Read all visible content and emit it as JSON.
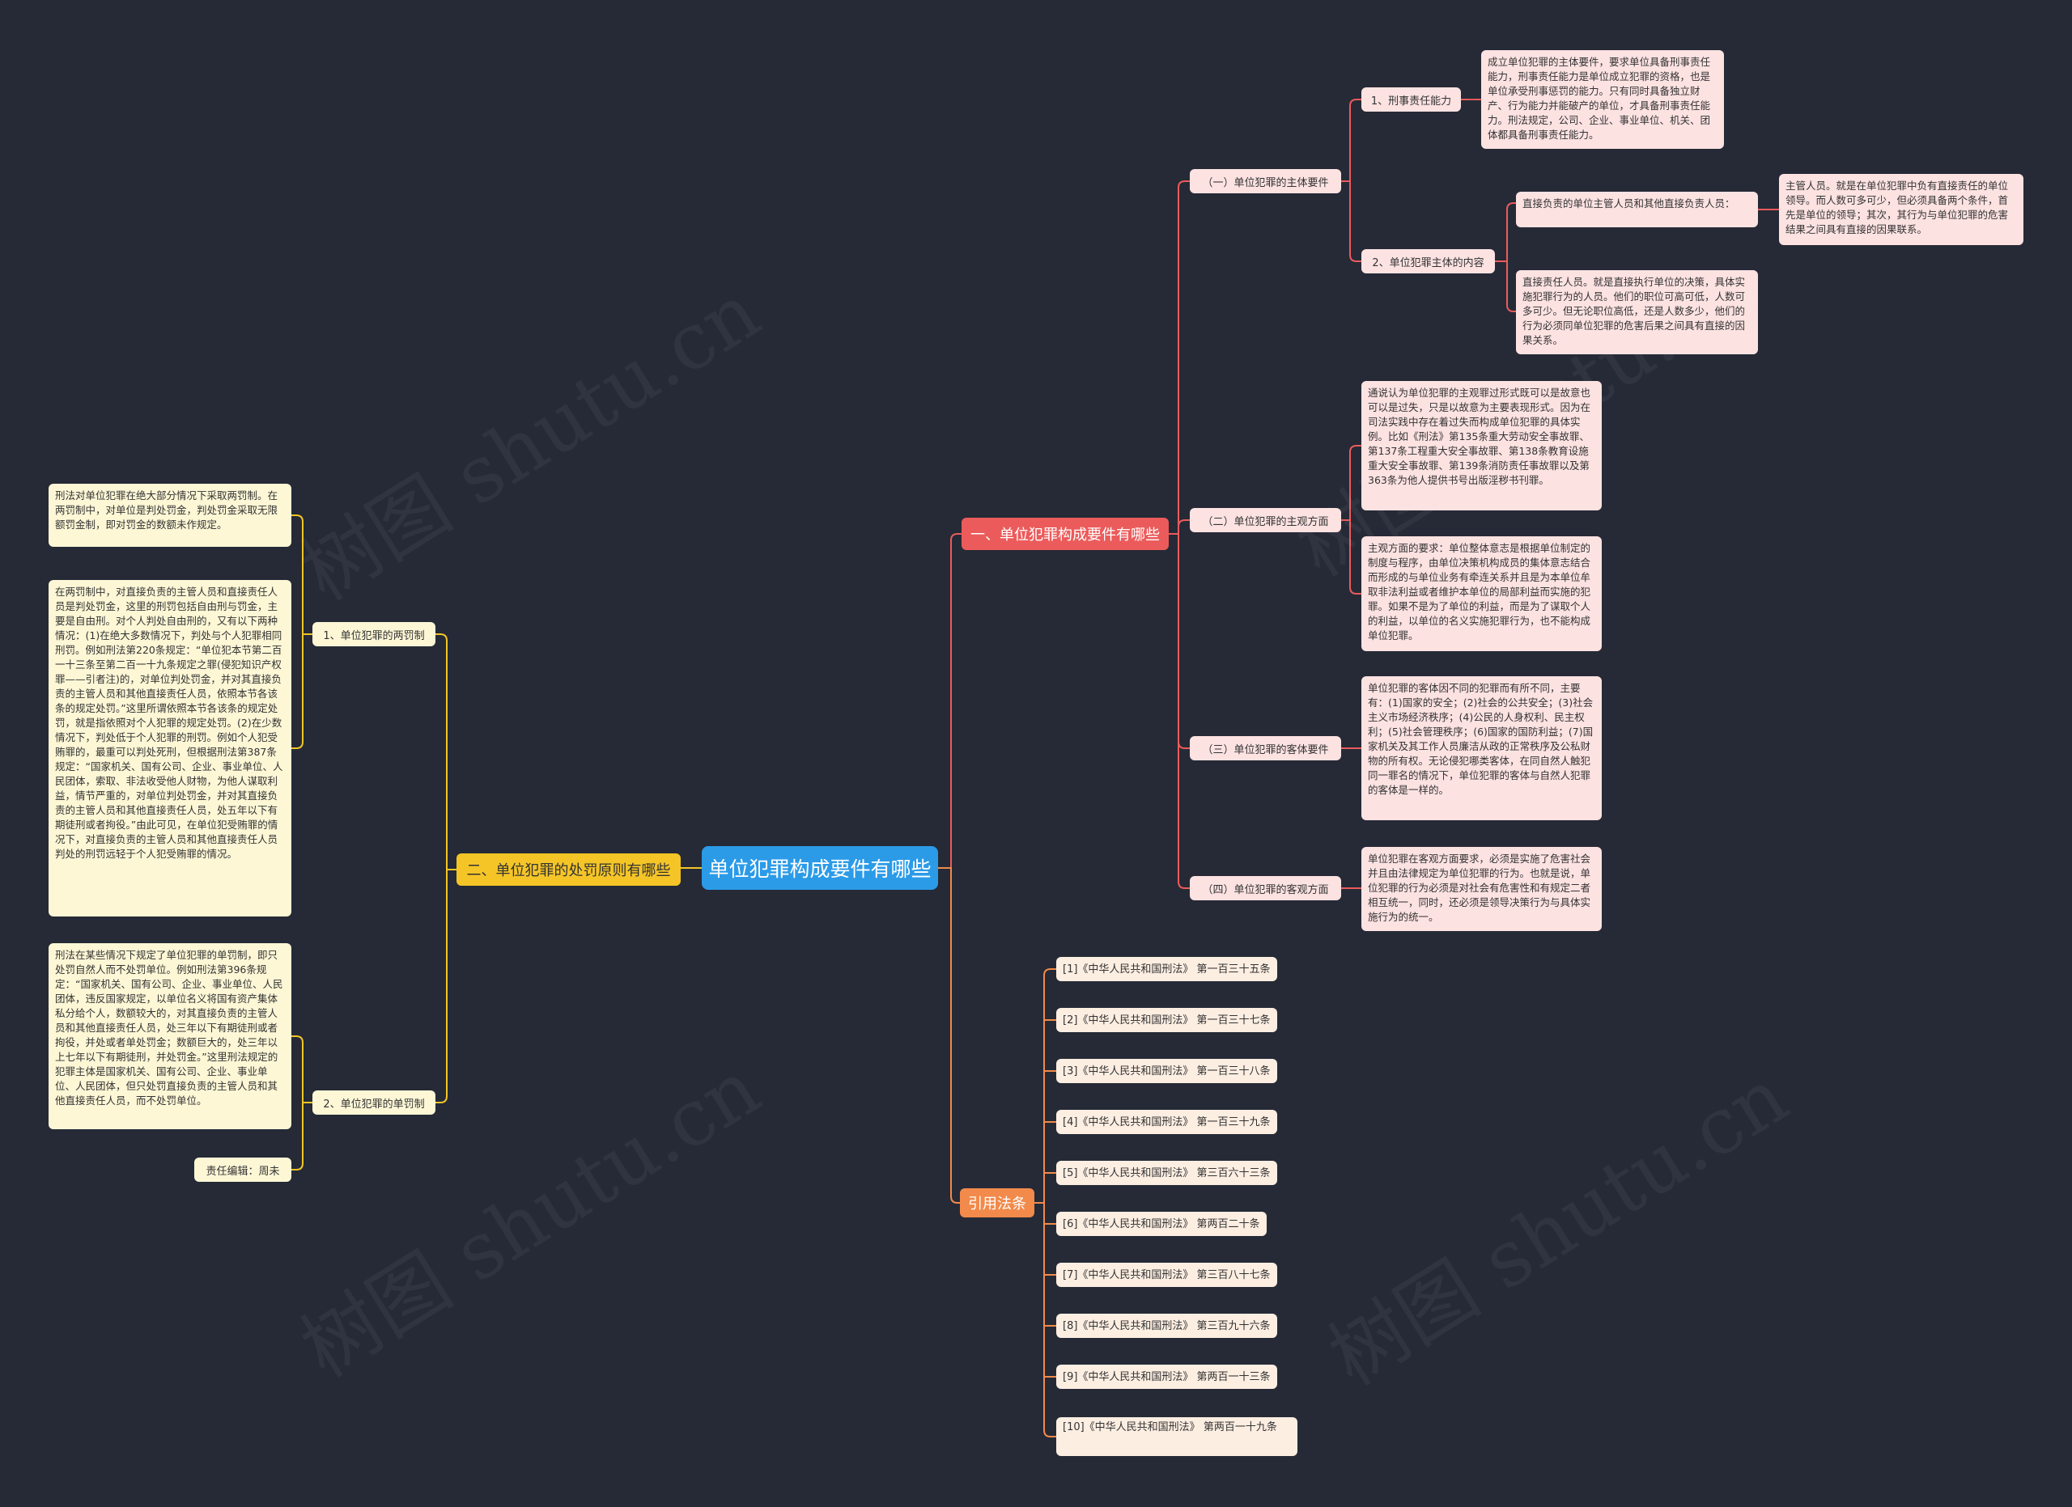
{
  "root": {
    "title": "单位犯罪构成要件有哪些"
  },
  "branch1": {
    "title": "一、单位犯罪构成要件有哪些",
    "sub1": {
      "label": "（一）单位犯罪的主体要件",
      "item1": {
        "label": "1、刑事责任能力",
        "text": "成立单位犯罪的主体要件，要求单位具备刑事责任能力，刑事责任能力是单位成立犯罪的资格，也是单位承受刑事惩罚的能力。只有同时具备独立财产、行为能力并能破产的单位，才具备刑事责任能力。刑法规定，公司、企业、事业单位、机关、团体都具备刑事责任能力。"
      },
      "item2": {
        "label": "2、单位犯罪主体的内容",
        "a_label": "直接负责的单位主管人员和其他直接负责人员：",
        "a_text": "主管人员。就是在单位犯罪中负有直接责任的单位领导。而人数可多可少，但必须具备两个条件，首先是单位的领导；其次，其行为与单位犯罪的危害结果之间具有直接的因果联系。",
        "b_text": "直接责任人员。就是直接执行单位的决策，具体实施犯罪行为的人员。他们的职位可高可低，人数可多可少。但无论职位高低，还是人数多少，他们的行为必须同单位犯罪的危害后果之间具有直接的因果关系。"
      }
    },
    "sub2": {
      "label": "（二）单位犯罪的主观方面",
      "text1": "通说认为单位犯罪的主观罪过形式既可以是故意也可以是过失，只是以故意为主要表现形式。因为在司法实践中存在着过失而构成单位犯罪的具体实例。比如《刑法》第135条重大劳动安全事故罪、第137条工程重大安全事故罪、第138条教育设施重大安全事故罪、第139条消防责任事故罪以及第363条为他人提供书号出版淫秽书刊罪。",
      "text2": "主观方面的要求：单位整体意志是根据单位制定的制度与程序，由单位决策机构成员的集体意志结合而形成的与单位业务有牵连关系并且是为本单位牟取非法利益或者维护本单位的局部利益而实施的犯罪。如果不是为了单位的利益，而是为了谋取个人的利益，以单位的名义实施犯罪行为，也不能构成单位犯罪。"
    },
    "sub3": {
      "label": "（三）单位犯罪的客体要件",
      "text": "单位犯罪的客体因不同的犯罪而有所不同，主要有：(1)国家的安全；(2)社会的公共安全；(3)社会主义市场经济秩序；(4)公民的人身权利、民主权利；(5)社会管理秩序；(6)国家的国防利益；(7)国家机关及其工作人员廉洁从政的正常秩序及公私财物的所有权。无论侵犯哪类客体，在同自然人触犯同一罪名的情况下，单位犯罪的客体与自然人犯罪的客体是一样的。"
    },
    "sub4": {
      "label": "（四）单位犯罪的客观方面",
      "text": "单位犯罪在客观方面要求，必须是实施了危害社会并且由法律规定为单位犯罪的行为。也就是说，单位犯罪的行为必须是对社会有危害性和有规定二者相互统一，同时，还必须是领导决策行为与具体实施行为的统一。"
    }
  },
  "branch2": {
    "title": "二、单位犯罪的处罚原则有哪些",
    "sub1": {
      "label": "1、单位犯罪的两罚制",
      "text1": "刑法对单位犯罪在绝大部分情况下采取两罚制。在两罚制中，对单位是判处罚金，判处罚金采取无限额罚金制，即对罚金的数额未作规定。",
      "text2": "在两罚制中，对直接负责的主管人员和直接责任人员是判处罚金，这里的刑罚包括自由刑与罚金，主要是自由刑。对个人判处自由刑的，又有以下两种情况：(1)在绝大多数情况下，判处与个人犯罪相同刑罚。例如刑法第220条规定：“单位犯本节第二百一十三条至第二百一十九条规定之罪(侵犯知识产权罪——引者注)的，对单位判处罚金，并对其直接负责的主管人员和其他直接责任人员，依照本节各该条的规定处罚。”这里所谓依照本节各该条的规定处罚，就是指依照对个人犯罪的规定处罚。(2)在少数情况下，判处低于个人犯罪的刑罚。例如个人犯受贿罪的，最重可以判处死刑，但根据刑法第387条规定：“国家机关、国有公司、企业、事业单位、人民团体，索取、非法收受他人财物，为他人谋取利益，情节严重的，对单位判处罚金，并对其直接负责的主管人员和其他直接责任人员，处五年以下有期徒刑或者拘役。”由此可见，在单位犯受贿罪的情况下，对直接负责的主管人员和其他直接责任人员判处的刑罚远轻于个人犯受贿罪的情况。"
    },
    "sub2": {
      "label": "2、单位犯罪的单罚制",
      "text": "刑法在某些情况下规定了单位犯罪的单罚制，即只处罚自然人而不处罚单位。例如刑法第396条规定：“国家机关、国有公司、企业、事业单位、人民团体，违反国家规定，以单位名义将国有资产集体私分给个人，数额较大的，对其直接负责的主管人员和其他直接责任人员，处三年以下有期徒刑或者拘役，并处或者单处罚金；数额巨大的，处三年以上七年以下有期徒刑，并处罚金。”这里刑法规定的犯罪主体是国家机关、国有公司、企业、事业单位、人民团体，但只处罚直接负责的主管人员和其他直接责任人员，而不处罚单位。",
      "editor": "责任编辑：周未"
    }
  },
  "branch3": {
    "title": "引用法条",
    "refs": [
      "[1]《中华人民共和国刑法》 第一百三十五条",
      "[2]《中华人民共和国刑法》 第一百三十七条",
      "[3]《中华人民共和国刑法》 第一百三十八条",
      "[4]《中华人民共和国刑法》 第一百三十九条",
      "[5]《中华人民共和国刑法》 第三百六十三条",
      "[6]《中华人民共和国刑法》 第两百二十条",
      "[7]《中华人民共和国刑法》 第三百八十七条",
      "[8]《中华人民共和国刑法》 第三百九十六条",
      "[9]《中华人民共和国刑法》 第两百一十三条",
      "[10]《中华人民共和国刑法》 第两百一十九条"
    ]
  },
  "watermark": "树图 shutu.cn",
  "colors": {
    "background": "#252a36",
    "root": "#2b9be8",
    "branch_red": "#ec5b5b",
    "branch_yellow": "#f5c527",
    "branch_orange": "#f28a4b",
    "pink_node": "#fde2e2",
    "yellow_node": "#fdf7d6",
    "ref_node": "#fdeee2"
  }
}
